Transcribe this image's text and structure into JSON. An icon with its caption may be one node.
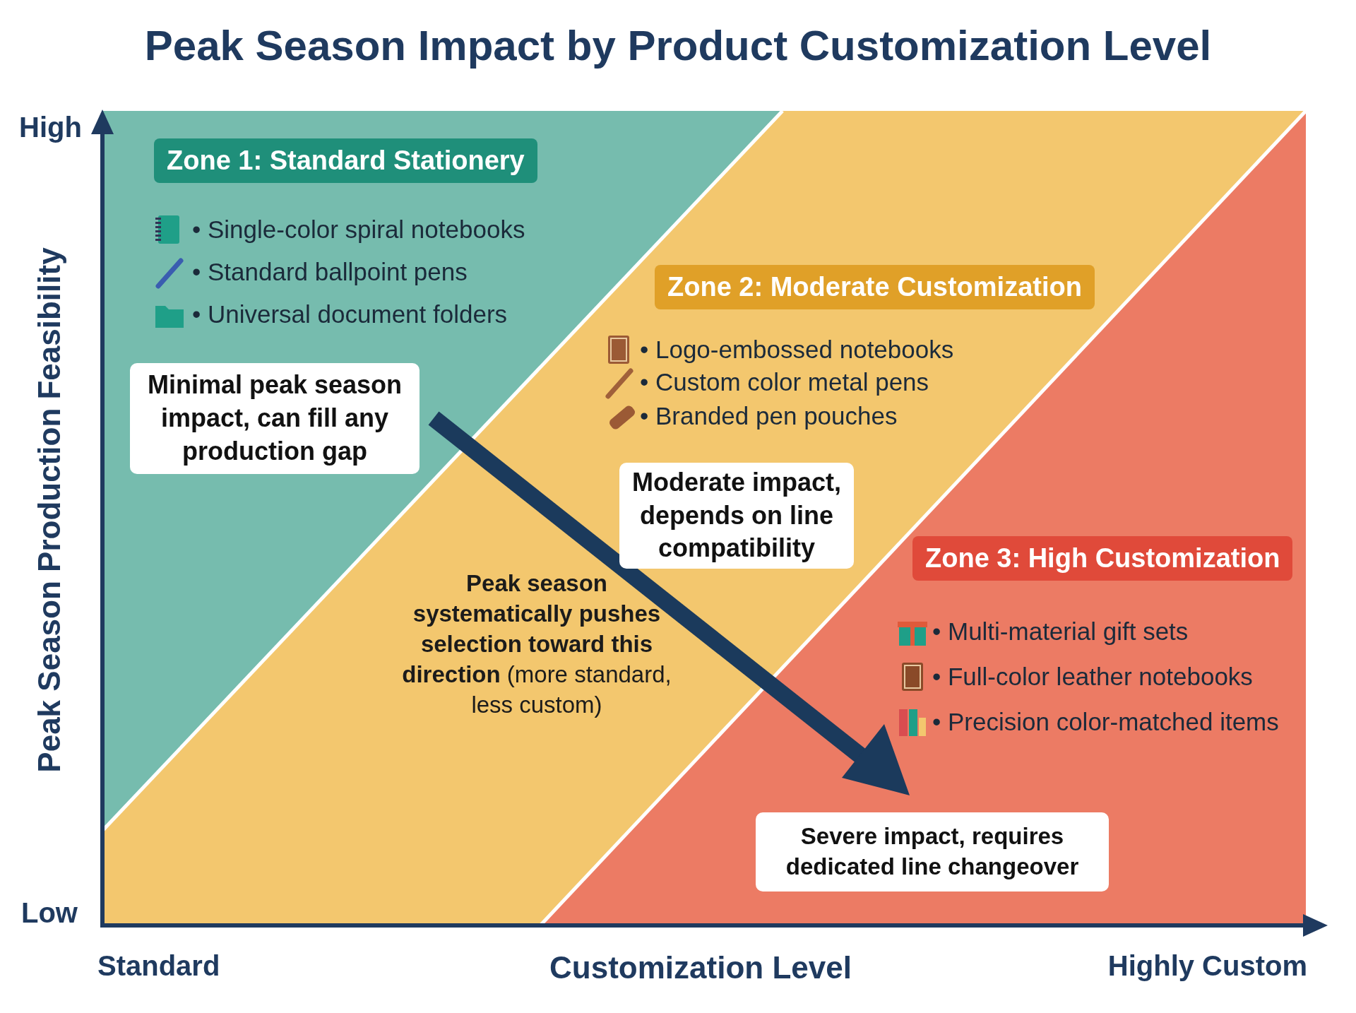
{
  "diagram": {
    "title": "Peak Season Impact by Product Customization Level",
    "nodes": [
      {
        "text": [
          "Zone 1: Standard Stationery"
        ]
      },
      {
        "text": [
          "Zone 2: Moderate Customization"
        ]
      },
      {
        "text": [
          "Zone 3: High Customization"
        ]
      },
      {
        "text": [
          "Minimal peak season impact, can fill any production gap"
        ]
      },
      {
        "text": [
          "Moderate impact, depends on line compatibility"
        ]
      },
      {
        "text": [
          "Severe impact, requires dedicated line changeover"
        ]
      }
    ],
    "labels": [
      "High",
      "Peak Season Production Feasibility",
      "• Single-color spiral notebooks",
      "• Standard ballpoint pens",
      "• Universal document folders",
      "• Logo-embossed notebooks",
      "• Custom color metal pens",
      "• Branded pen pouches",
      "**Peak season systematically pushes selection toward this direction** (more standard, less custom)",
      "• Multi-material gift sets",
      "• Full-color leather notebooks",
      "• Precision color-matched items",
      "Low",
      "Standard",
      "Customization Level",
      "Highly Custom"
    ]
  }
}
